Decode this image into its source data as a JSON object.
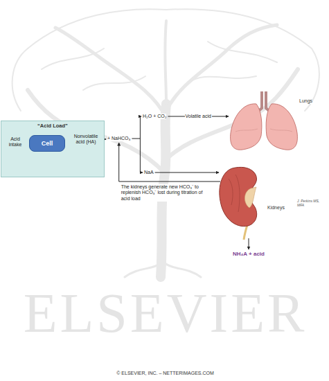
{
  "diagram": {
    "nodes": [
      {
        "text": [
          "“Acid Load”"
        ]
      },
      {
        "text": [
          "Acid intake"
        ],
        "in": 0
      },
      {
        "text": [
          "Cell"
        ],
        "in": 0
      },
      {
        "text": [
          "Nonvolatile acid (HA)"
        ],
        "in": 0
      },
      {
        "text": [
          "+ NaHCO₃"
        ]
      },
      {
        "text": [
          "H₂O + CO₂"
        ]
      },
      {
        "text": [
          "NaA"
        ]
      },
      {
        "text": [
          "Lungs"
        ]
      },
      {
        "text": [
          "Kidneys"
        ]
      },
      {
        "text": [
          "NH₄A + acid"
        ]
      }
    ],
    "edges": [
      {
        "from": 1,
        "to": 2,
        "arrow": "to"
      },
      {
        "from": 2,
        "to": 3,
        "arrow": "to"
      },
      {
        "from": 1,
        "to": 3,
        "arrow": "to"
      },
      {
        "from": 3,
        "to": 4,
        "arrow": "to"
      },
      {
        "from": 4,
        "to": 5,
        "arrow": "to"
      },
      {
        "from": 4,
        "to": 6,
        "arrow": "to"
      },
      {
        "from": 5,
        "to": 7,
        "label": "Volatile acid",
        "arrow": "to"
      },
      {
        "from": 6,
        "to": 8,
        "arrow": "to"
      },
      {
        "from": 8,
        "to": 4,
        "label": "The kidneys generate new HCO₃⁻ to replenish HCO₃⁻ lost during titration of acid load",
        "arrow": "to"
      },
      {
        "from": 8,
        "to": 9,
        "arrow": "to"
      }
    ],
    "labels": [
      "ELSEVIER",
      "J. Perkins MS, MFA",
      "© ELSEVIER, INC. – NETTERIMAGES.COM"
    ]
  }
}
